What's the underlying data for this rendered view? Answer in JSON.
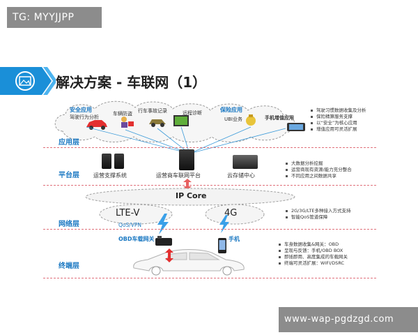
{
  "watermark_top": "TG: MYYJJPP",
  "watermark_bottom": "www-wap-pgdzgd.com",
  "title": "解决方案 - 车联网（1）",
  "layers": {
    "app": "应用层",
    "platform": "平台层",
    "network": "网络层",
    "terminal": "终端层"
  },
  "app_layer": {
    "safety_app": "安全应用",
    "driving_analysis": "驾驶行为分析",
    "anti_theft": "车辆防盗",
    "accident_record": "行车事故记录",
    "remote_diag": "远程诊断",
    "insurance_app": "保险应用",
    "ubi": "UBI业务",
    "mobile_vas": "手机增值应用",
    "bullets": [
      "驾驶习惯数据收集及分析",
      "保险精算服务支撑",
      "以“安全”为核心应用",
      "增值应用可灵活扩展"
    ]
  },
  "platform_layer": {
    "ops_support": "运营支撑系统",
    "operator_platform": "运营商车联网平台",
    "cloud_storage": "云存储中心",
    "bullets": [
      "大数据分析挖掘",
      "运营商现有资源/能力充分整合",
      "不同应用之间数据共享"
    ]
  },
  "network_layer": {
    "ip_core": "IP Core",
    "lte_v": "LTE-V",
    "qos_vpn": "QoS/VPN",
    "g4": "4G",
    "bullets": [
      "2G/3G/LTE多种接入方式支持",
      "智能QoS管道保障"
    ]
  },
  "terminal_layer": {
    "obd_gateway": "OBD车载网关",
    "phone": "手机",
    "bullets": [
      "车身数据收集&网关：OBD",
      "呈现与反馈：手机/OBD BOX",
      "即插即用、高度集成的车载网关",
      "终端可灵活扩展：WIFI/DSRC"
    ]
  },
  "colors": {
    "accent_blue": "#1a78c2",
    "alert_red": "#e33030",
    "divider": "#e0707a"
  }
}
